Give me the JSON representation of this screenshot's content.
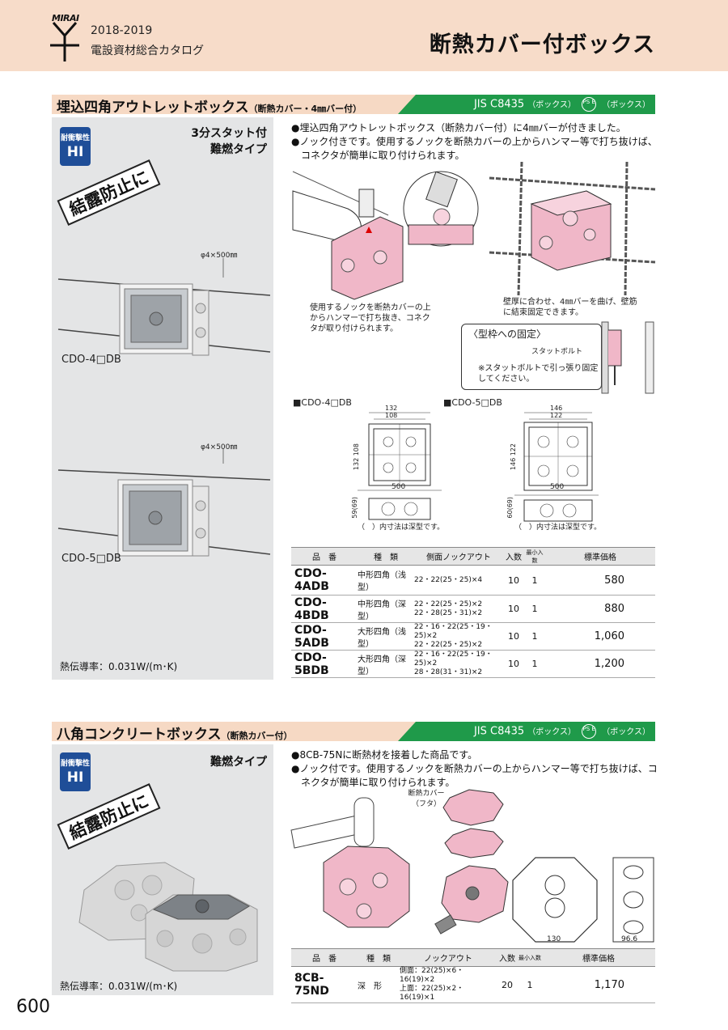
{
  "header": {
    "brand": "MIRAI",
    "year": "2018-2019",
    "catalog": "電設資材総合カタログ",
    "title": "断熱カバー付ボックス"
  },
  "section1": {
    "title": "埋込四角アウトレットボックス",
    "subtitle": "（断熱カバー・4㎜バー付）",
    "jis": "JIS C8435",
    "jis_box1": "（ボックス）",
    "pse": "PS E",
    "jis_box2": "（ボックス）",
    "badge_top": "耐衝撃性",
    "badge_main": "HI",
    "type_line1": "3分スタット付",
    "type_line2": "難燃タイプ",
    "stamp": "結露防止に",
    "bar_dim_1": "φ4×500㎜",
    "bar_dim_2": "φ4×500㎜",
    "model_1": "CDO-4□DB",
    "model_2": "CDO-5□DB",
    "thermal": "熱伝導率：0.031W/(m･K)",
    "bullets": [
      "●埋込四角アウトレットボックス（断熱カバー付）に4㎜バーが付きました。",
      "●ノック付きです。使用するノックを断熱カバーの上からハンマー等で打ち抜けば、コネクタが簡単に取り付けられます。"
    ],
    "caption_knock": "使用するノックを断熱カバーの上からハンマーで打ち抜き、コネクタが取り付けられます。",
    "caption_wall": "壁厚に合わせ、4㎜バーを曲げ、壁筋に結束固定できます。",
    "fix_title": "〈型枠への固定〉",
    "fix_bolt": "スタットボルト",
    "fix_note": "※スタットボルトで引っ張り固定してください。",
    "dwg1_label": "■CDO-4□DB",
    "dwg2_label": "■CDO-5□DB",
    "dwg1": {
      "w_outer": "132",
      "w_inner": "108",
      "h_outer": "132",
      "h_inner": "108",
      "bar": "500",
      "depth": "59(69)"
    },
    "dwg2": {
      "w_outer": "146",
      "w_inner": "122",
      "h_outer": "146",
      "h_inner": "122",
      "bar": "500",
      "depth": "60(69)"
    },
    "dwg_note": "（　）内寸法は深型です。",
    "table": {
      "headers": [
        "品　番",
        "種　類",
        "側面ノックアウト",
        "入数",
        "最小入数",
        "標準価格"
      ],
      "rows": [
        {
          "pn": "CDO-4ADB",
          "type": "中形四角（浅型）",
          "ko": [
            "22・22(25・25)×4"
          ],
          "qty": "10",
          "min": "1",
          "price": "580"
        },
        {
          "pn": "CDO-4BDB",
          "type": "中形四角（深型）",
          "ko": [
            "22・22(25・25)×2",
            "22・28(25・31)×2"
          ],
          "qty": "10",
          "min": "1",
          "price": "880"
        },
        {
          "pn": "CDO-5ADB",
          "type": "大形四角（浅型）",
          "ko": [
            "22・16・22(25・19・25)×2",
            "22・22(25・25)×2"
          ],
          "qty": "10",
          "min": "1",
          "price": "1,060"
        },
        {
          "pn": "CDO-5BDB",
          "type": "大形四角（深型）",
          "ko": [
            "22・16・22(25・19・25)×2",
            "28・28(31・31)×2"
          ],
          "qty": "10",
          "min": "1",
          "price": "1,200"
        }
      ]
    }
  },
  "section2": {
    "title": "八角コンクリートボックス",
    "subtitle": "（断熱カバー付）",
    "jis": "JIS C8435",
    "jis_box1": "（ボックス）",
    "pse": "PS E",
    "jis_box2": "（ボックス）",
    "badge_top": "耐衝撃性",
    "badge_main": "HI",
    "type_line1": "難燃タイプ",
    "stamp": "結露防止に",
    "thermal": "熱伝導率：0.031W/(m･K)",
    "bullets": [
      "●8CB-75Nに断熱材を接着した商品です。",
      "●ノック付です。使用するノックを断熱カバーの上からハンマー等で打ち抜けば、コネクタが簡単に取り付けられます。"
    ],
    "cover_label": "断熱カバー（フタ）",
    "dim_w": "130",
    "dim_d": "96.6",
    "table": {
      "headers": [
        "品　番",
        "種　類",
        "ノックアウト",
        "入数",
        "最小入数",
        "標準価格"
      ],
      "rows": [
        {
          "pn": "8CB-75ND",
          "type": "深　形",
          "ko": [
            "側面：22(25)×6・16(19)×2",
            "上面：22(25)×2・16(19)×1"
          ],
          "qty": "20",
          "min": "1",
          "price": "1,170"
        }
      ]
    }
  },
  "page_number": "600",
  "colors": {
    "header_bg": "#f7dcc9",
    "green": "#1f9a4a",
    "badge": "#1f4e98",
    "pink": "#f0b7c8",
    "panel": "#e4e5e6"
  }
}
